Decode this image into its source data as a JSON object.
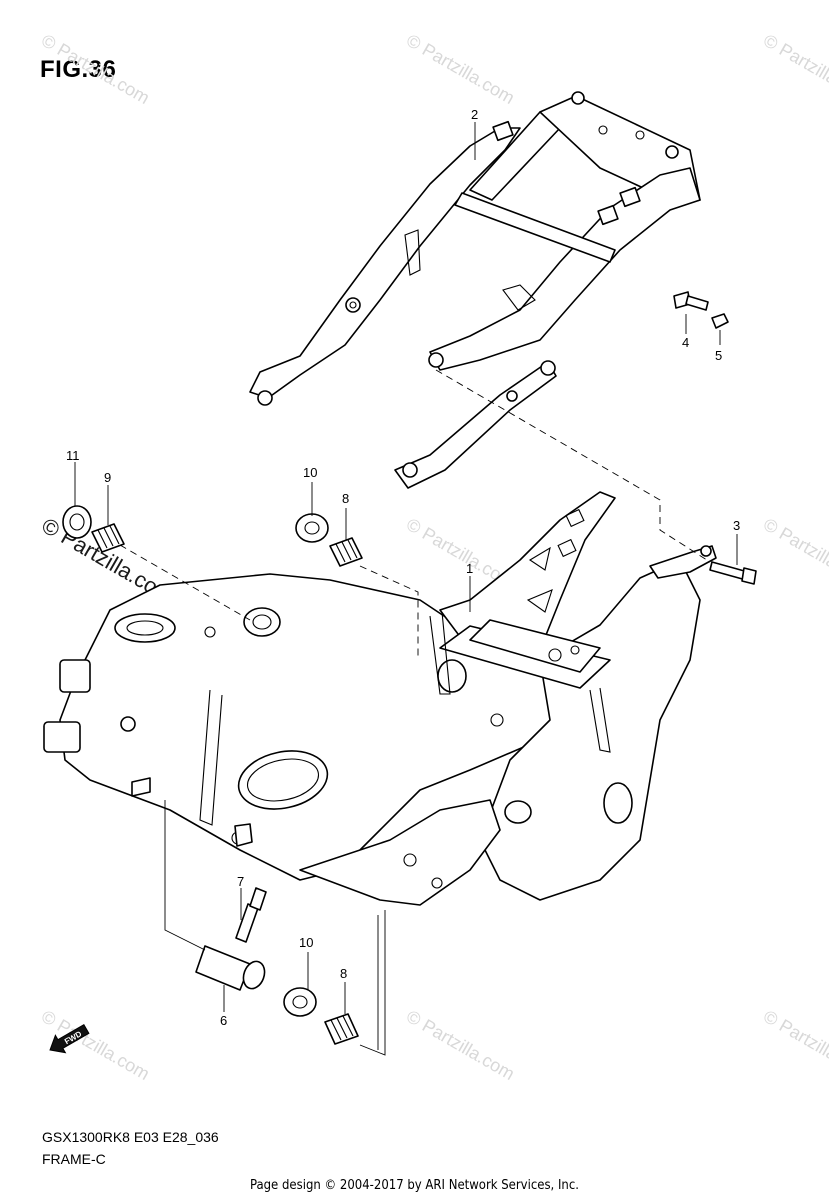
{
  "figure": {
    "title": "FIG.36",
    "model_code": "GSX1300RK8 E03 E28_036",
    "section_name": "FRAME-C"
  },
  "copyright": "Page design © 2004-2017 by ARI Network Services, Inc.",
  "watermark": {
    "text": "© Partzilla.com",
    "color_light": "#d8d8d8",
    "color_dark": "#1a1a1a"
  },
  "direction_badge": "FWD",
  "callouts": {
    "c1": "1",
    "c2": "2",
    "c3": "3",
    "c4": "4",
    "c5": "5",
    "c6": "6",
    "c7": "7",
    "c8_upper": "8",
    "c8_lower": "8",
    "c9": "9",
    "c10_upper": "10",
    "c10_lower": "10",
    "c11": "11"
  }
}
